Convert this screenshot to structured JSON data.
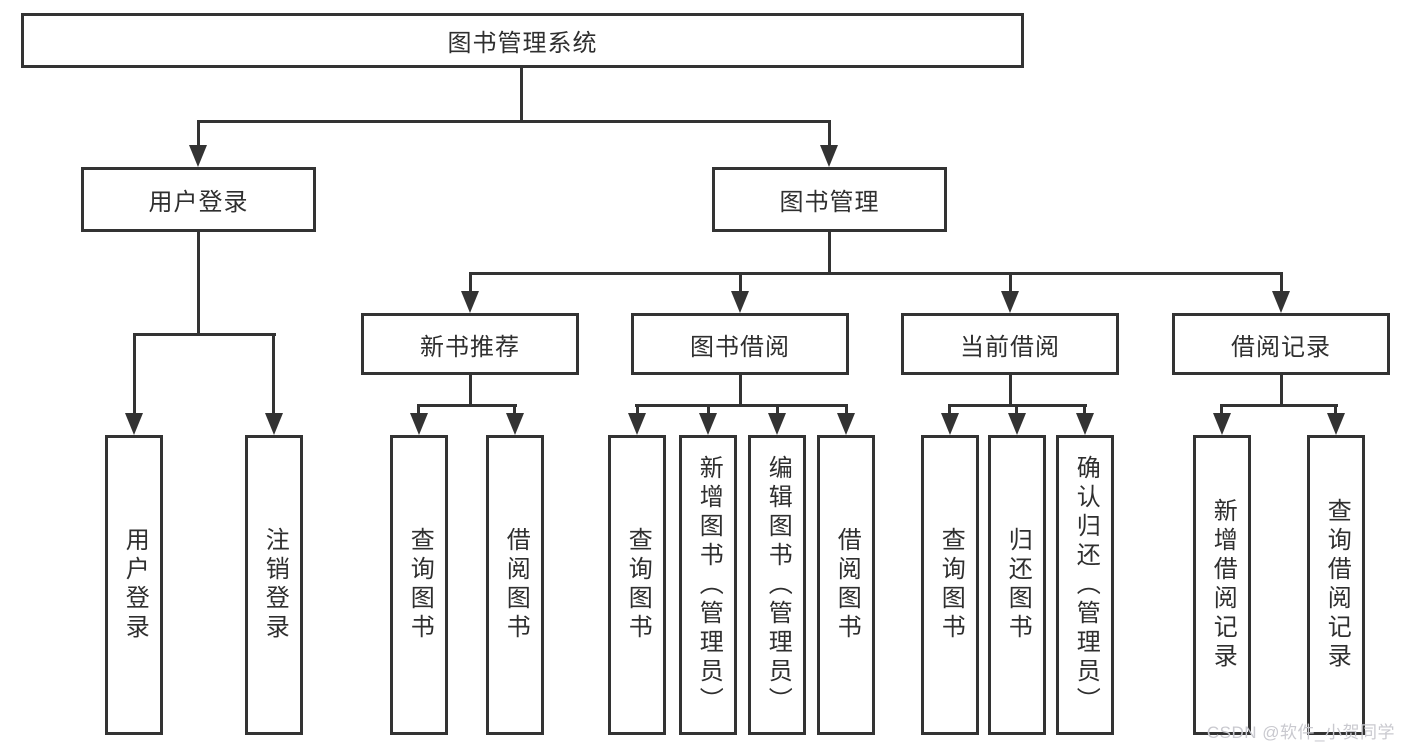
{
  "diagram": {
    "root": {
      "label": "图书管理系统"
    },
    "level2": [
      {
        "label": "用户登录"
      },
      {
        "label": "图书管理"
      }
    ],
    "level3": [
      {
        "label": "新书推荐"
      },
      {
        "label": "图书借阅"
      },
      {
        "label": "当前借阅"
      },
      {
        "label": "借阅记录"
      }
    ],
    "leaves": [
      {
        "label": "用户登录"
      },
      {
        "label": "注销登录"
      },
      {
        "label": "查询图书"
      },
      {
        "label": "借阅图书"
      },
      {
        "label": "查询图书"
      },
      {
        "label": "新增图书（管理员）"
      },
      {
        "label": "编辑图书（管理员）"
      },
      {
        "label": "借阅图书"
      },
      {
        "label": "查询图书"
      },
      {
        "label": "归还图书"
      },
      {
        "label": "确认归还（管理员）"
      },
      {
        "label": "新增借阅记录"
      },
      {
        "label": "查询借阅记录"
      }
    ]
  },
  "watermark": {
    "text": "CSDN @软件_小贺同学"
  },
  "colors": {
    "line": "#333333",
    "border": "#333333",
    "text": "#2f2f2f",
    "background": "#ffffff",
    "watermark": "#c9c9cf"
  }
}
